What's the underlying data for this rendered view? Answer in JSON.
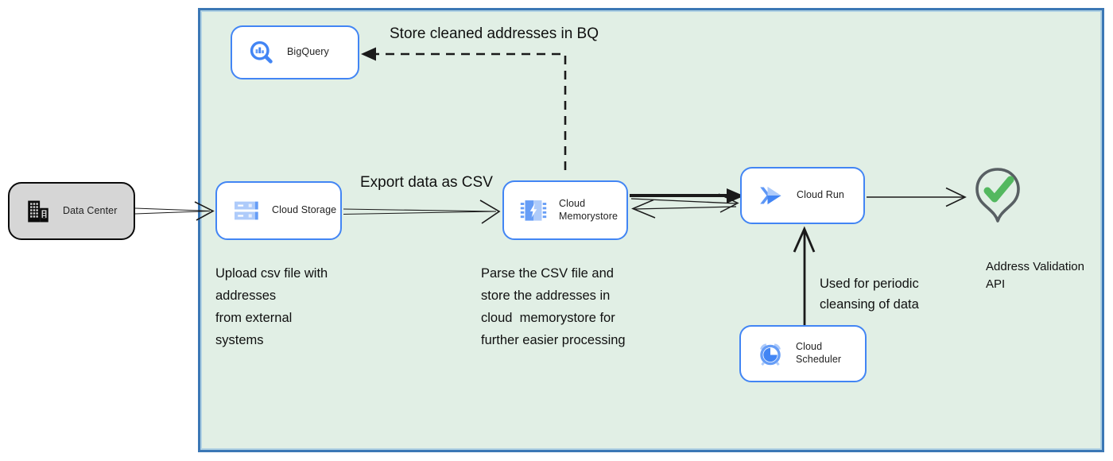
{
  "diagram": {
    "nodes": {
      "data_center": {
        "label": "Data Center",
        "icon": "building-icon"
      },
      "bigquery": {
        "label": "BigQuery",
        "icon": "bigquery-magnifier-icon"
      },
      "cloud_storage": {
        "label": "Cloud Storage",
        "icon": "storage-buckets-icon"
      },
      "cloud_memorystore": {
        "label": "Cloud\nMemorystore",
        "icon": "memory-chip-bolt-icon"
      },
      "cloud_run": {
        "label": "Cloud Run",
        "icon": "run-chevrons-icon"
      },
      "cloud_scheduler": {
        "label": "Cloud Scheduler",
        "icon": "alarm-clock-icon"
      },
      "address_validation_api": {
        "label": "Address Validation\nAPI",
        "icon": "map-pin-check-icon"
      }
    },
    "annotations": {
      "store_cleaned_bq": "Store cleaned addresses in BQ",
      "export_csv": "Export data as CSV",
      "upload_csv_note": "Upload csv file with\naddresses\nfrom external\nsystems",
      "parse_csv_note": "Parse the CSV file and\nstore the addresses in\ncloud  memorystore for\nfurther easier processing",
      "scheduler_note": "Used for periodic\ncleansing of data"
    },
    "colors": {
      "container_fill": "#e1efe5",
      "container_border": "#3b77b5",
      "node_border": "#4285f4",
      "node_fill": "#ffffff",
      "external_fill": "#d6d6d6",
      "icon_blue": "#4285f4",
      "icon_blue_light": "#aecbfa",
      "icon_blue_mid": "#669df6",
      "check_green": "#53b85f",
      "pin_gray": "#585f63",
      "arrow_black": "#1a1a1a"
    }
  }
}
